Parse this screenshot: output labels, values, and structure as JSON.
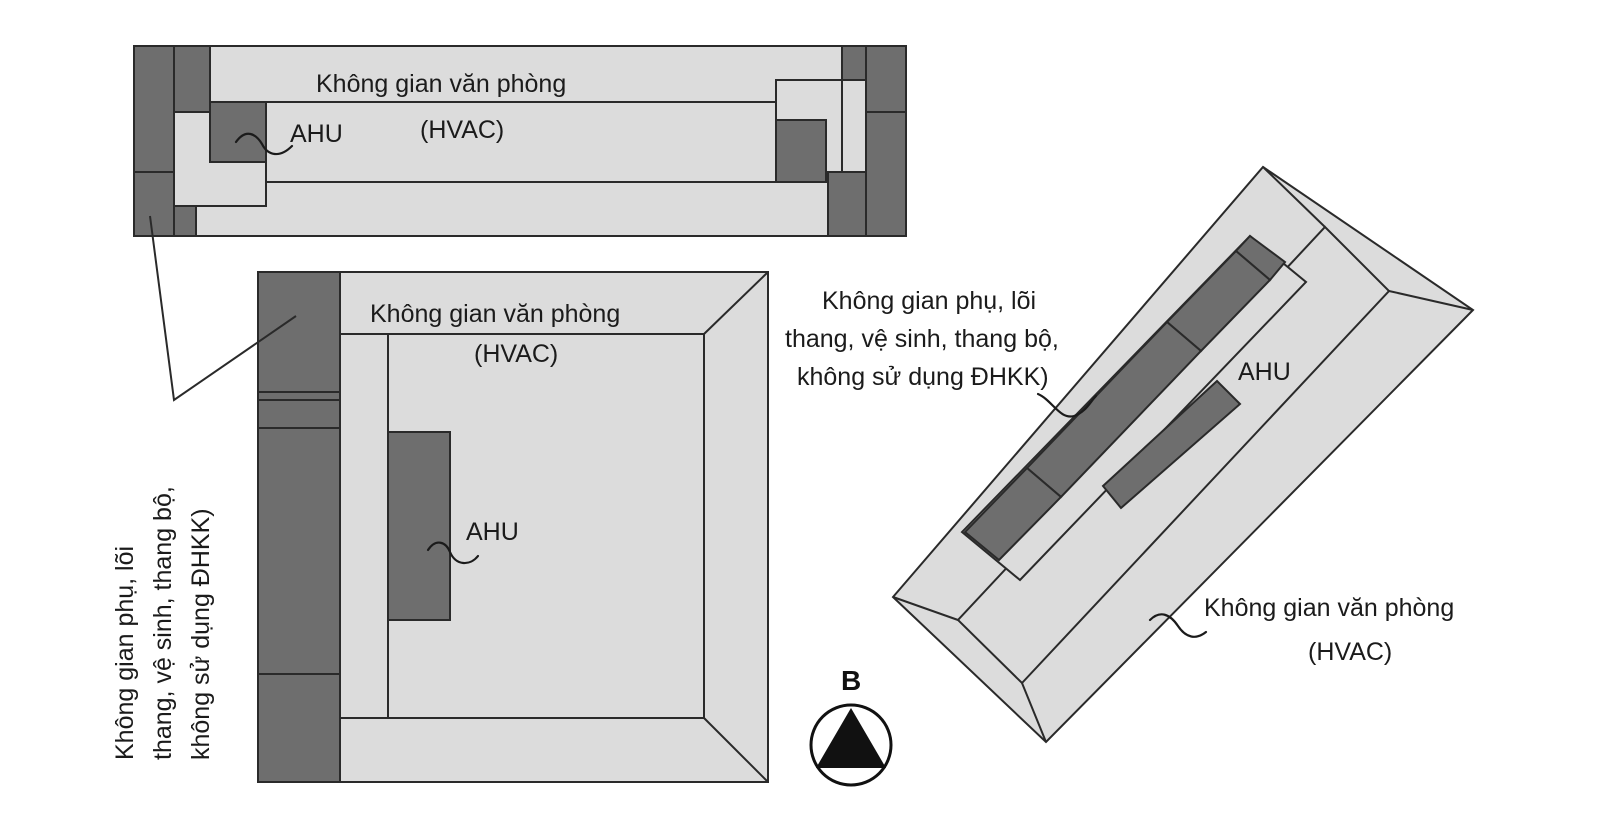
{
  "top_plan": {
    "office_label": "Không gian văn phòng",
    "hvac_label": "(HVAC)",
    "ahu_label": "AHU"
  },
  "square_plan": {
    "office_label": "Không gian văn phòng",
    "hvac_label": "(HVAC)",
    "ahu_label": "AHU"
  },
  "aux_space_vertical": {
    "lines": [
      "Không gian phụ, lõi",
      "thang, vệ sinh, thang bộ,",
      "không sử dụng ĐHKK)"
    ]
  },
  "diagonal_plan": {
    "aux_lines": [
      "Không gian phụ, lõi",
      "thang, vệ sinh, thang bộ,",
      "không sử dụng ĐHKK)"
    ],
    "ahu_label": "AHU",
    "office_label": "Không gian văn phòng",
    "hvac_label": "(HVAC)"
  },
  "north_arrow": {
    "label": "B"
  },
  "colors": {
    "light_fill": "#dcdcdc",
    "dark_fill": "#6e6e6e",
    "line": "#2a2a2a"
  }
}
